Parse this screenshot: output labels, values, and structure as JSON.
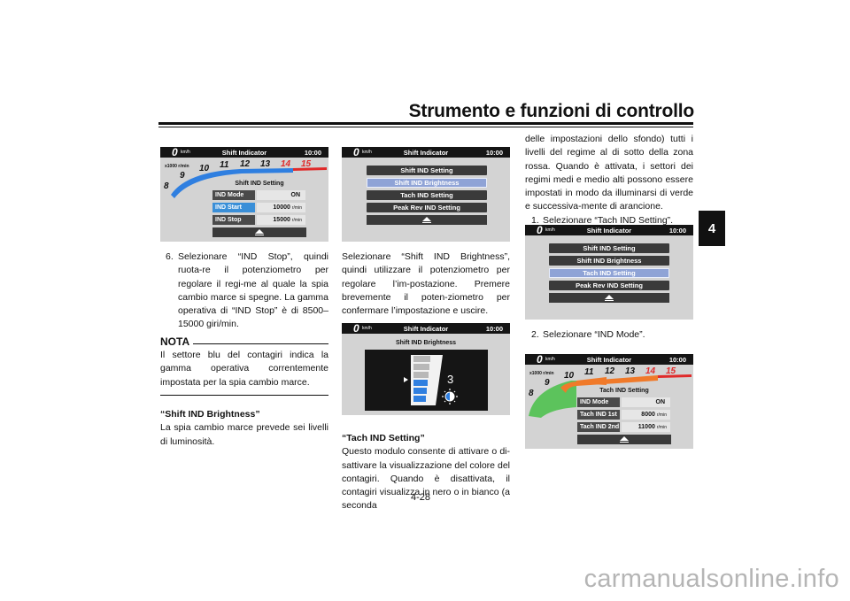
{
  "header": {
    "title": "Strumento e funzioni di controllo",
    "chapter_tab": "4",
    "page_number": "4-28"
  },
  "watermark": "carmanualsonline.info",
  "colors": {
    "blue_tacho": "#2f7fe0",
    "red_zone": "#e02a2a",
    "green_zone": "#5cc35c",
    "orange_zone": "#f07a2a",
    "screen_bg": "#d3d3d3"
  },
  "screens": {
    "s1": {
      "speed": "0",
      "unit": "km/h",
      "title": "Shift Indicator",
      "clock": "10:00",
      "tacho_unit": "x1000 r/min",
      "ticks": [
        "8",
        "9",
        "10",
        "11",
        "12",
        "13",
        "14",
        "15"
      ],
      "panel_title": "Shift IND Setting",
      "rows": [
        {
          "label": "IND Mode",
          "value": "ON",
          "unit": ""
        },
        {
          "label": "IND Start",
          "value": "10000",
          "unit": "r/min"
        },
        {
          "label": "IND Stop",
          "value": "15000",
          "unit": "r/min"
        }
      ]
    },
    "s2": {
      "speed": "0",
      "unit": "km/h",
      "title": "Shift Indicator",
      "clock": "10:00",
      "menu": [
        "Shift IND Setting",
        "Shift IND Brightness",
        "Tach IND Setting",
        "Peak Rev IND Setting"
      ]
    },
    "s3": {
      "speed": "0",
      "unit": "km/h",
      "title": "Shift Indicator",
      "clock": "10:00",
      "panel_title": "Shift IND Brightness",
      "level": "3"
    },
    "s4": {
      "speed": "0",
      "unit": "km/h",
      "title": "Shift Indicator",
      "clock": "10:00",
      "menu": [
        "Shift IND Setting",
        "Shift IND Brightness",
        "Tach IND Setting",
        "Peak Rev IND Setting"
      ]
    },
    "s5": {
      "speed": "0",
      "unit": "km/h",
      "title": "Shift Indicator",
      "clock": "10:00",
      "tacho_unit": "x1000 r/min",
      "ticks": [
        "8",
        "9",
        "10",
        "11",
        "12",
        "13",
        "14",
        "15"
      ],
      "panel_title": "Tach IND Setting",
      "rows": [
        {
          "label": "IND Mode",
          "value": "ON",
          "unit": ""
        },
        {
          "label": "Tach IND 1st",
          "value": "8000",
          "unit": "r/min"
        },
        {
          "label": "Tach IND 2nd",
          "value": "11000",
          "unit": "r/min"
        }
      ]
    }
  },
  "col1": {
    "step6_num": "6.",
    "step6": "Selezionare “IND Stop”, quindi ruota-re il potenziometro per regolare il regi-me al quale la spia cambio marce si spegne. La gamma operativa di “IND Stop” è di 8500–15000 giri/min.",
    "nota_title": "NOTA",
    "nota_text": "Il settore blu del contagiri indica la gamma operativa correntemente impostata per la spia cambio marce.",
    "sb_title": "“Shift IND Brightness”",
    "sb_text": "La spia cambio marce prevede sei livelli di luminosità."
  },
  "col2": {
    "para1": "Selezionare “Shift IND Brightness”, quindi utilizzare il potenziometro per regolare l’im-postazione. Premere brevemente il poten-ziometro per confermare l’impostazione e uscire.",
    "tach_title": "“Tach IND Setting”",
    "tach_text": "Questo modulo consente di attivare o di-sattivare la visualizzazione del colore del contagiri. Quando è disattivata, il contagiri visualizza in nero o in bianco (a seconda"
  },
  "col3": {
    "para1": "delle impostazioni dello sfondo) tutti i livelli del regime al di sotto della zona rossa. Quando è attivata, i settori dei regimi medi e medio alti possono essere impostati in modo da illuminarsi di verde e successiva-mente di arancione.",
    "step1_num": "1.",
    "step1": "Selezionare “Tach IND Setting”.",
    "step2_num": "2.",
    "step2": "Selezionare “IND Mode”."
  }
}
